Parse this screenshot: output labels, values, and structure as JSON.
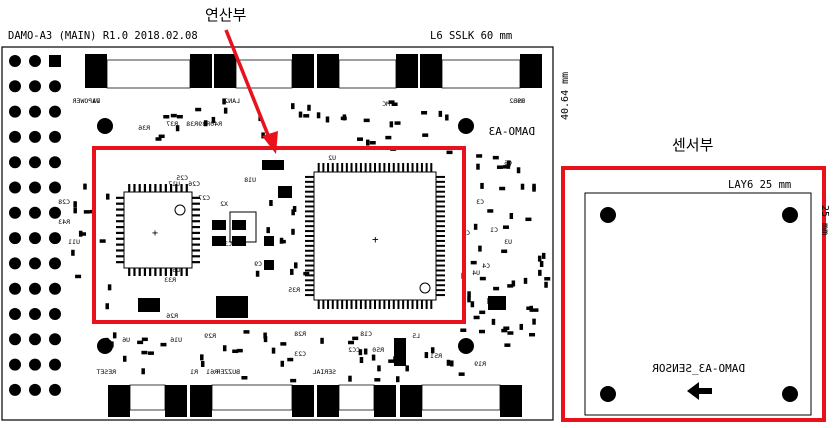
{
  "annotations": {
    "compute_label": "연산부",
    "sensor_label": "센서부"
  },
  "main_board": {
    "header_left": "DAMO-A3 (MAIN) R1.0   2018.02.08",
    "header_right": "L6  SSLK  60 mm",
    "height_dim": "40.64 mm",
    "board_name_mirrored": "DAMO-A3",
    "silkscreen_labels": [
      "VAPOWER",
      "USB2",
      "MC",
      "LAN2",
      "C2",
      "C6",
      "C3",
      "C4",
      "C1",
      "R37",
      "R38",
      "R39",
      "R40",
      "R36",
      "R43",
      "C28",
      "C27",
      "C26",
      "C25",
      "X2",
      "C33",
      "U11",
      "U17",
      "U2",
      "U3",
      "U4",
      "U6",
      "U16",
      "U18",
      "C9",
      "D5",
      "R33",
      "R35",
      "R28",
      "R29",
      "R26",
      "R19",
      "RESET",
      "BUZZER",
      "SERIAL",
      "CC2",
      "R50",
      "R51",
      "C18",
      "C23",
      "R1",
      "R61",
      "L5",
      "D9",
      "D1",
      "R9"
    ],
    "colors": {
      "pcb_outline": "#000000",
      "highlight": "#e8111c"
    }
  },
  "sensor_board": {
    "header": "LAY6   25 mm",
    "side_dim": "25 mm",
    "name_mirrored": "DAMO-A3_SENSOR"
  }
}
